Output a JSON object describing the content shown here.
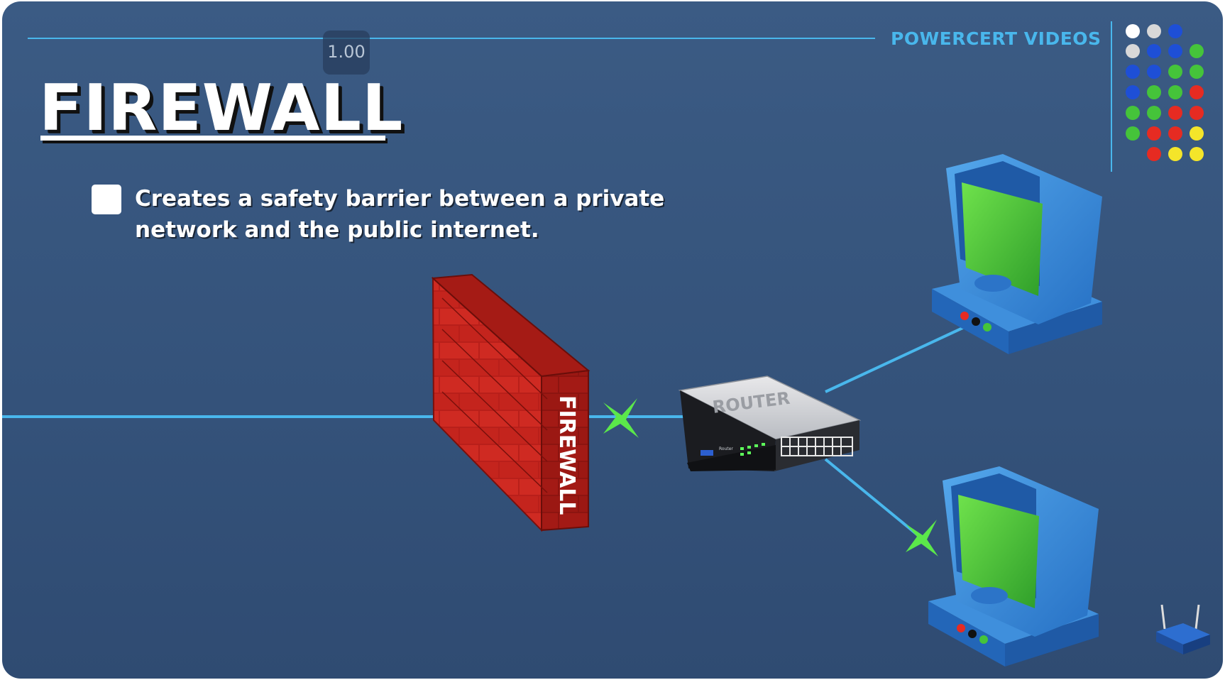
{
  "brand": {
    "name": "POWERCERT VIDEOS"
  },
  "player": {
    "speed": "1.00"
  },
  "slide": {
    "title": "FIREWALL",
    "bullets": [
      {
        "text": "Creates a safety barrier between a private network and the public internet."
      }
    ]
  },
  "diagram": {
    "firewall_label": "FIREWALL",
    "router_label": "ROUTER",
    "router_small_label": "Router"
  },
  "colors": {
    "background": "#355479",
    "accent_line": "#49b7ec",
    "brick": "#c3221c",
    "screen": "#4fcf3a",
    "monitor": "#3b8fd9",
    "x_mark": "#5be84a"
  },
  "icons": {
    "dot_grid": "brand-dot-grid-icon",
    "wireless_router": "wireless-router-icon",
    "connection_mark": "green-x-icon"
  }
}
